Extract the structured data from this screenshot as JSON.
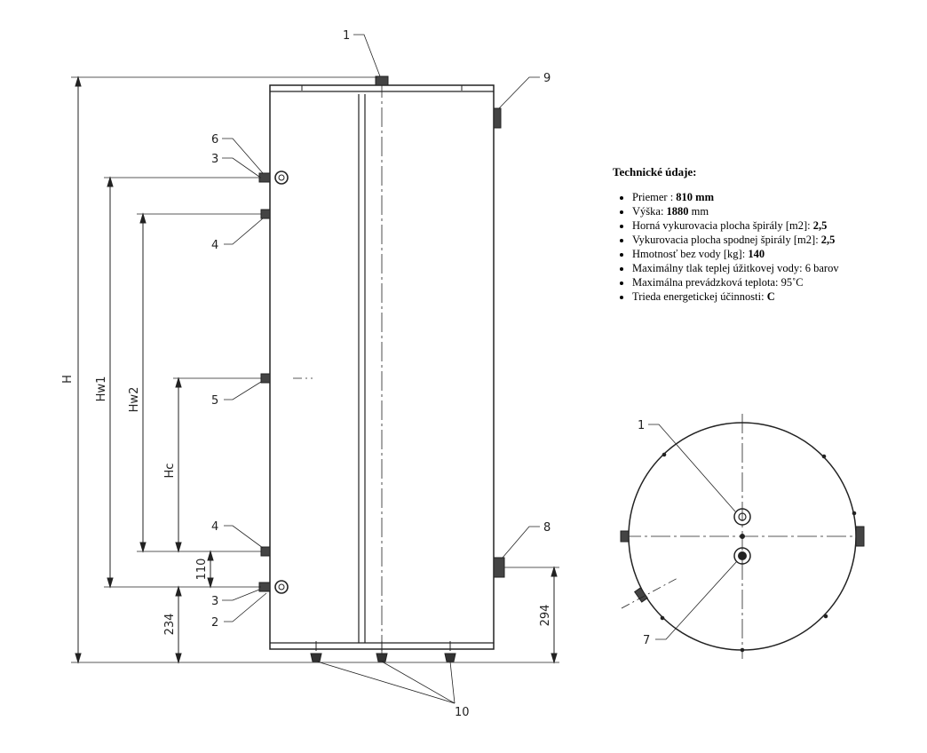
{
  "specs": {
    "title": "Technické údaje:",
    "items": [
      {
        "label": " Priemer : ",
        "value": "810 mm",
        "suffix": ""
      },
      {
        "label": "Výška: ",
        "value": "1880",
        "suffix": " mm"
      },
      {
        "label": "Horná vykurovacia plocha špirály [m2]: ",
        "value": "2,5",
        "suffix": ""
      },
      {
        "label": "Vykurovacia plocha spodnej špirály [m2]: ",
        "value": "2,5",
        "suffix": ""
      },
      {
        "label": "Hmotnosť bez vody [kg]: ",
        "value": "140",
        "suffix": ""
      },
      {
        "label": "Maximálny tlak teplej úžitkovej vody: 6 barov",
        "value": "",
        "suffix": ""
      },
      {
        "label": "Maximálna prevádzková teplota: 95˚C",
        "value": "",
        "suffix": ""
      },
      {
        "label": "Trieda energetickej účinnosti: ",
        "value": "C",
        "suffix": ""
      }
    ]
  },
  "side_view": {
    "dimensions": {
      "H": "H",
      "Hw1": "Hw1",
      "Hw2": "Hw2",
      "Hc": "Hc",
      "d110": "110",
      "d234": "234",
      "d294": "294"
    },
    "callouts": {
      "c1": "1",
      "c2": "2",
      "c3a": "3",
      "c3b": "3",
      "c4a": "4",
      "c4b": "4",
      "c5": "5",
      "c6": "6",
      "c8": "8",
      "c9": "9",
      "c10": "10"
    }
  },
  "top_view": {
    "callouts": {
      "c1": "1",
      "c7": "7"
    }
  }
}
